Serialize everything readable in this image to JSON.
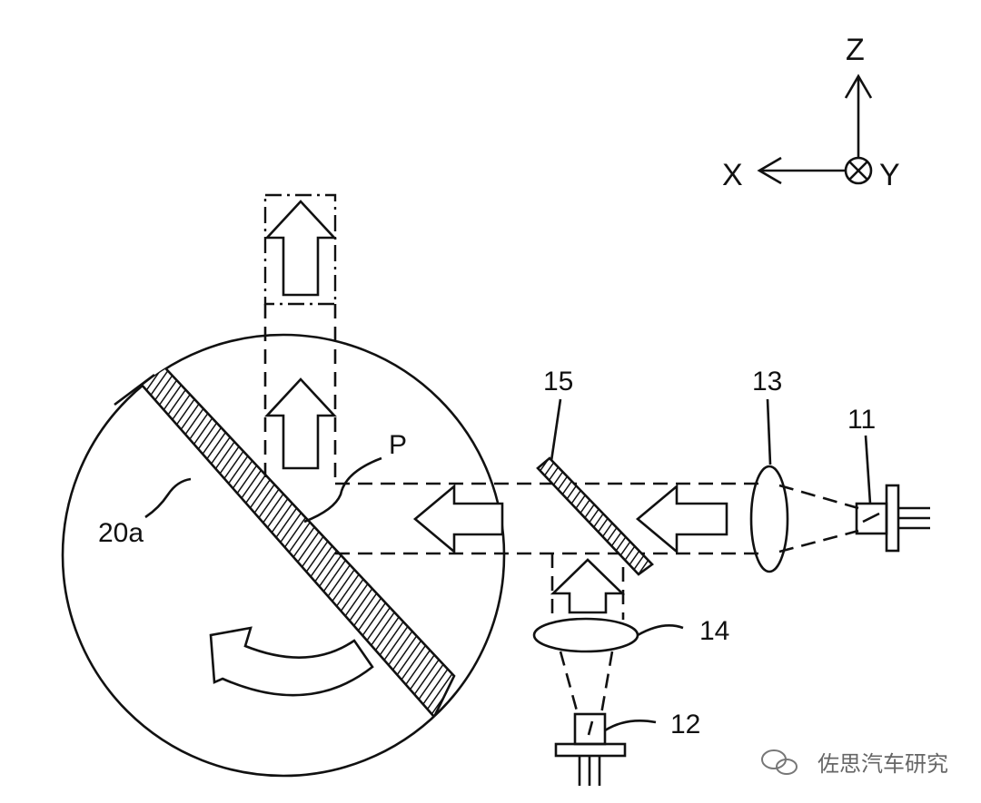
{
  "axes": {
    "z_label": "Z",
    "x_label": "X",
    "y_label": "Y"
  },
  "labels": {
    "laser_11": "11",
    "laser_12": "12",
    "lens_13": "13",
    "lens_14": "14",
    "mirror_15": "15",
    "point_p": "P",
    "wheel_20a": "20a"
  },
  "watermark": "佐思汽车研究"
}
